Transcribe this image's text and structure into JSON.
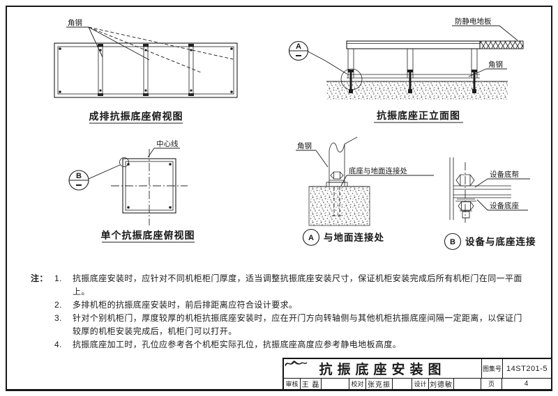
{
  "drawings": {
    "row_plan": {
      "label_angle_steel": "角钢",
      "caption": "成排抗振底座俯视图"
    },
    "elevation": {
      "label_antistatic_floor": "防静电地板",
      "label_angle_steel": "角钢",
      "detail_marker": "A",
      "caption": "抗振底座正立面图"
    },
    "single_plan": {
      "label_centerline": "中心线",
      "detail_marker": "B",
      "caption": "单个抗振底座俯视图"
    },
    "detail_a": {
      "marker": "A",
      "label_angle_steel": "角钢",
      "label_connection": "底座与地面连接处",
      "caption": "与地面连接处"
    },
    "detail_b": {
      "marker": "B",
      "label_equipment_rim": "设备底帮",
      "label_equipment_base": "设备底座",
      "caption": "设备与底座连接"
    }
  },
  "notes": {
    "prefix": "注：",
    "items": [
      {
        "num": "1.",
        "text": "抗振底座安装时，应针对不同机柜柜门厚度，适当调整抗振底座安装尺寸，保证机柜安装完成后所有机柜门在同一平面上。"
      },
      {
        "num": "2.",
        "text": "多排机柜的抗振底座安装时，前后排距离应符合设计要求。"
      },
      {
        "num": "3.",
        "text": "针对个别机柜门，厚度较厚的机柜抗振底座安装时，应在开门方向转轴侧与其他机柜抗振底座间隔一定距离，以保证门较厚的机柜安装完成后，机柜门可以打开。"
      },
      {
        "num": "4.",
        "text": "抗振底座加工时，孔位应参考各个机柜实际孔位，抗振底座高度应参考静电地板高度。"
      }
    ]
  },
  "title_block": {
    "title": "抗振底座安装图",
    "atlas_no_label": "图集号",
    "atlas_no": "14ST201-5",
    "page_label": "页",
    "page_no": "4",
    "reviewer_label": "审核",
    "reviewer_name": "王 磊",
    "checker_label": "校对",
    "checker_name": "张克振",
    "designer_label": "设计",
    "designer_name": "刘德敏"
  }
}
